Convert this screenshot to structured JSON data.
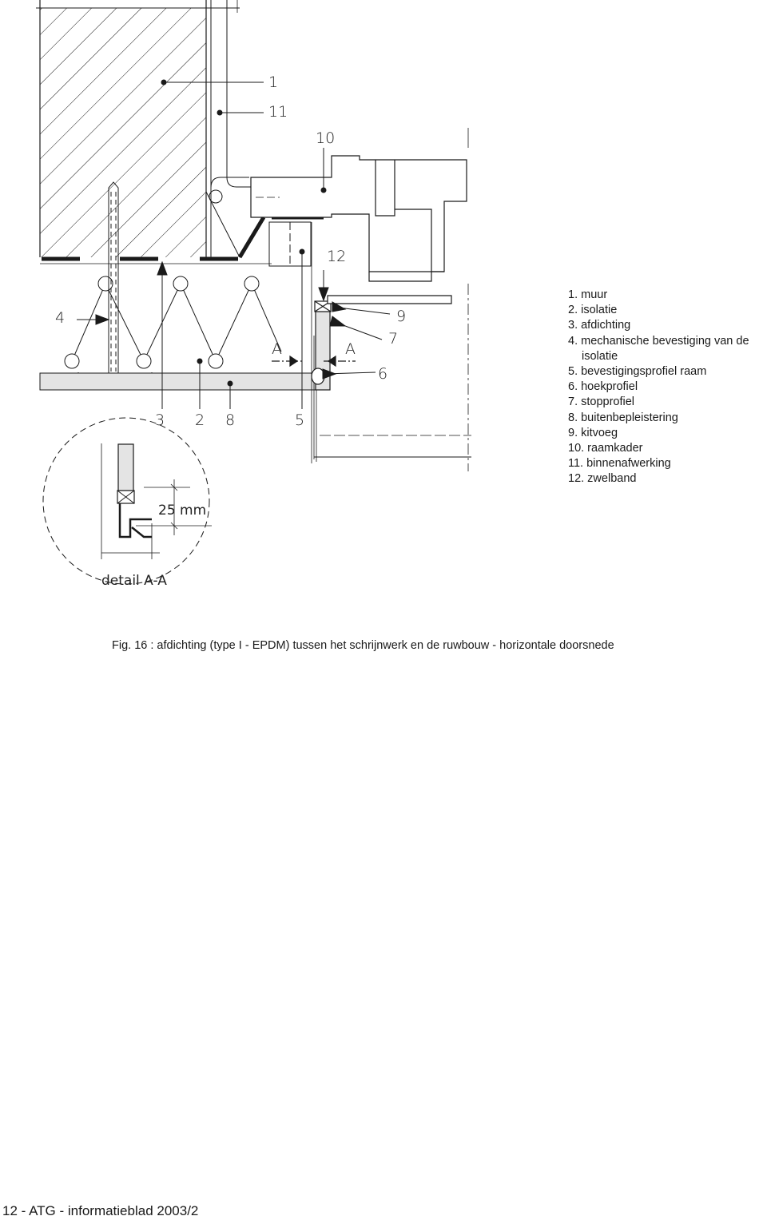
{
  "callouts": {
    "n1": "1",
    "n2": "2",
    "n3": "3",
    "n4": "4",
    "n5": "5",
    "n6": "6",
    "n7": "7",
    "n8": "8",
    "n9": "9",
    "n10": "10",
    "n11": "11",
    "n12": "12",
    "section_left": "A",
    "section_right": "A"
  },
  "detail": {
    "dimension": "25 mm",
    "title": "detail A-A"
  },
  "legend": [
    {
      "text": "1. muur"
    },
    {
      "text": "2. isolatie"
    },
    {
      "text": "3. afdichting"
    },
    {
      "text": "4. mechanische bevestiging van de",
      "cont": "isolatie"
    },
    {
      "text": "5. bevestigingsprofiel raam"
    },
    {
      "text": "6. hoekprofiel"
    },
    {
      "text": "7. stopprofiel"
    },
    {
      "text": "8. buitenbepleistering"
    },
    {
      "text": "9. kitvoeg"
    },
    {
      "text": "10. raamkader"
    },
    {
      "text": "11. binnenafwerking"
    },
    {
      "text": "12. zwelband"
    }
  ],
  "caption": "Fig. 16 : afdichting (type I - EPDM) tussen het schrijnwerk en de ruwbouw - horizontale doorsnede",
  "footer": "12 - ATG - informatieblad 2003/2",
  "colors": {
    "line": "#1a1a1a",
    "plaster_fill": "#e4e4e4",
    "frame_fill": "#ffffff"
  }
}
